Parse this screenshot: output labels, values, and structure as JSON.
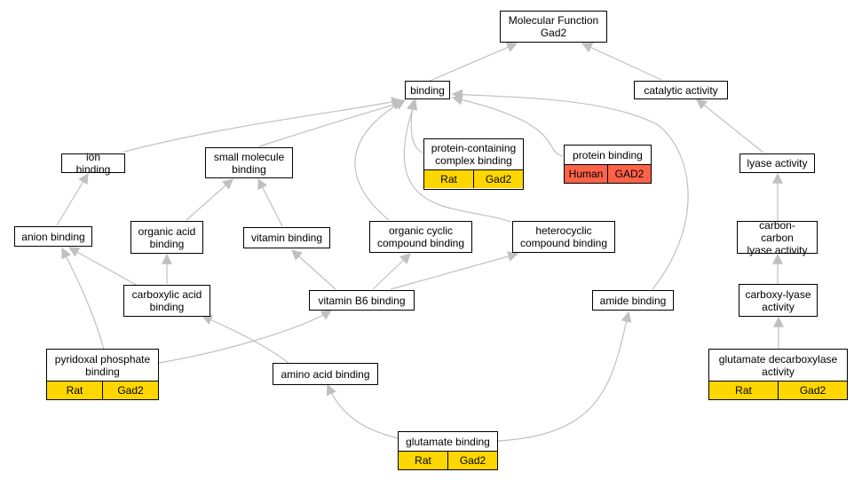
{
  "colors": {
    "edge": "#c0c0c0",
    "rat_annotation": "#ffd700",
    "human_annotation": "#ff6347",
    "node_border": "#000000"
  },
  "nodes": {
    "molecular_function": {
      "line1": "Molecular Function",
      "line2": "Gad2"
    },
    "binding": {
      "line1": "binding"
    },
    "catalytic_activity": {
      "line1": "catalytic activity"
    },
    "ion_binding": {
      "line1": "ion binding"
    },
    "small_molecule_binding": {
      "line1": "small molecule",
      "line2": "binding"
    },
    "protein_containing_complex_binding": {
      "line1": "protein-containing",
      "line2": "complex binding",
      "species": "Rat",
      "gene": "Gad2"
    },
    "protein_binding": {
      "line1": "protein binding",
      "species": "Human",
      "gene": "GAD2"
    },
    "lyase_activity": {
      "line1": "lyase activity"
    },
    "anion_binding": {
      "line1": "anion binding"
    },
    "organic_acid_binding": {
      "line1": "organic acid",
      "line2": "binding"
    },
    "vitamin_binding": {
      "line1": "vitamin binding"
    },
    "organic_cyclic_compound_binding": {
      "line1": "organic cyclic",
      "line2": "compound binding"
    },
    "heterocyclic_compound_binding": {
      "line1": "heterocyclic",
      "line2": "compound binding"
    },
    "carbon_carbon_lyase_activity": {
      "line1": "carbon-carbon",
      "line2": "lyase activity"
    },
    "carboxylic_acid_binding": {
      "line1": "carboxylic acid",
      "line2": "binding"
    },
    "vitamin_b6_binding": {
      "line1": "vitamin B6 binding"
    },
    "amide_binding": {
      "line1": "amide binding"
    },
    "carboxy_lyase_activity": {
      "line1": "carboxy-lyase",
      "line2": "activity"
    },
    "pyridoxal_phosphate_binding": {
      "line1": "pyridoxal phosphate",
      "line2": "binding",
      "species": "Rat",
      "gene": "Gad2"
    },
    "amino_acid_binding": {
      "line1": "amino acid binding"
    },
    "glutamate_decarboxylase_activity": {
      "line1": "glutamate decarboxylase",
      "line2": "activity",
      "species": "Rat",
      "gene": "Gad2"
    },
    "glutamate_binding": {
      "line1": "glutamate binding",
      "species": "Rat",
      "gene": "Gad2"
    }
  }
}
